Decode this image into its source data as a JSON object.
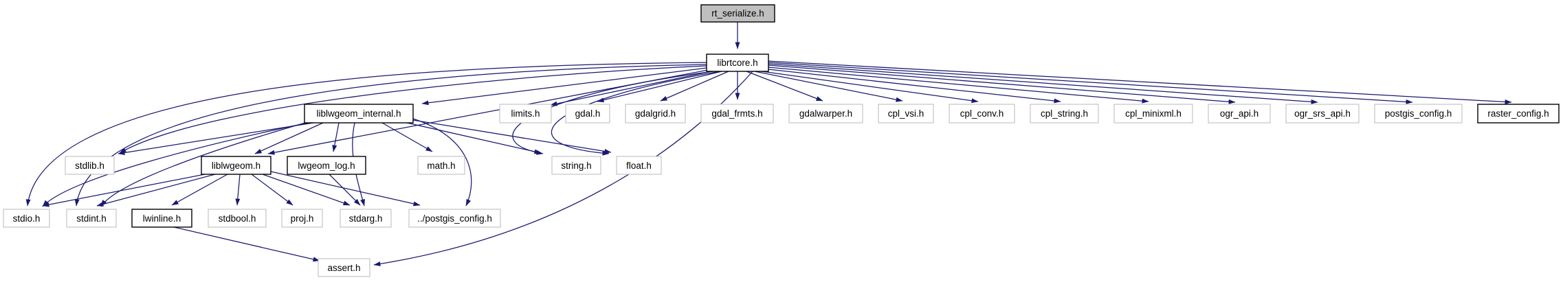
{
  "diagram": {
    "title": "rt_serialize.h include dependency graph",
    "type": "include-dependency-graph",
    "root_file": "rt_serialize.h",
    "colors": {
      "edge": "#191970",
      "documented_border": "#000000",
      "external_border": "#bebebe",
      "root_fill": "#bfbfbf",
      "node_fill": "#ffffff",
      "background": "#ffffff"
    },
    "nodes": [
      {
        "label": "rt_serialize.h",
        "kind": "root"
      },
      {
        "label": "librtcore.h",
        "kind": "documented"
      },
      {
        "label": "liblwgeom_internal.h",
        "kind": "documented"
      },
      {
        "label": "limits.h",
        "kind": "external"
      },
      {
        "label": "gdal.h",
        "kind": "external"
      },
      {
        "label": "gdalgrid.h",
        "kind": "external"
      },
      {
        "label": "gdal_frmts.h",
        "kind": "external"
      },
      {
        "label": "gdalwarper.h",
        "kind": "external"
      },
      {
        "label": "cpl_vsi.h",
        "kind": "external"
      },
      {
        "label": "cpl_conv.h",
        "kind": "external"
      },
      {
        "label": "cpl_string.h",
        "kind": "external"
      },
      {
        "label": "cpl_minixml.h",
        "kind": "external"
      },
      {
        "label": "ogr_api.h",
        "kind": "external"
      },
      {
        "label": "ogr_srs_api.h",
        "kind": "external"
      },
      {
        "label": "postgis_config.h",
        "kind": "external"
      },
      {
        "label": "raster_config.h",
        "kind": "documented"
      },
      {
        "label": "stdlib.h",
        "kind": "external"
      },
      {
        "label": "liblwgeom.h",
        "kind": "documented"
      },
      {
        "label": "lwgeom_log.h",
        "kind": "documented"
      },
      {
        "label": "math.h",
        "kind": "external"
      },
      {
        "label": "string.h",
        "kind": "external"
      },
      {
        "label": "float.h",
        "kind": "external"
      },
      {
        "label": "stdio.h",
        "kind": "external"
      },
      {
        "label": "stdint.h",
        "kind": "external"
      },
      {
        "label": "lwinline.h",
        "kind": "documented"
      },
      {
        "label": "stdbool.h",
        "kind": "external"
      },
      {
        "label": "proj.h",
        "kind": "external"
      },
      {
        "label": "stdarg.h",
        "kind": "external"
      },
      {
        "label": "../postgis_config.h",
        "kind": "external"
      },
      {
        "label": "assert.h",
        "kind": "external"
      }
    ],
    "edges": [
      {
        "from": "rt_serialize.h",
        "to": "librtcore.h"
      },
      {
        "from": "librtcore.h",
        "to": "liblwgeom_internal.h"
      },
      {
        "from": "librtcore.h",
        "to": "liblwgeom.h"
      },
      {
        "from": "librtcore.h",
        "to": "stdlib.h"
      },
      {
        "from": "librtcore.h",
        "to": "stdio.h"
      },
      {
        "from": "librtcore.h",
        "to": "stdint.h"
      },
      {
        "from": "librtcore.h",
        "to": "string.h"
      },
      {
        "from": "librtcore.h",
        "to": "float.h"
      },
      {
        "from": "librtcore.h",
        "to": "assert.h"
      },
      {
        "from": "librtcore.h",
        "to": "limits.h"
      },
      {
        "from": "librtcore.h",
        "to": "gdal.h"
      },
      {
        "from": "librtcore.h",
        "to": "gdalgrid.h"
      },
      {
        "from": "librtcore.h",
        "to": "gdal_frmts.h"
      },
      {
        "from": "librtcore.h",
        "to": "gdalwarper.h"
      },
      {
        "from": "librtcore.h",
        "to": "cpl_vsi.h"
      },
      {
        "from": "librtcore.h",
        "to": "cpl_conv.h"
      },
      {
        "from": "librtcore.h",
        "to": "cpl_string.h"
      },
      {
        "from": "librtcore.h",
        "to": "cpl_minixml.h"
      },
      {
        "from": "librtcore.h",
        "to": "ogr_api.h"
      },
      {
        "from": "librtcore.h",
        "to": "ogr_srs_api.h"
      },
      {
        "from": "librtcore.h",
        "to": "postgis_config.h"
      },
      {
        "from": "librtcore.h",
        "to": "raster_config.h"
      },
      {
        "from": "liblwgeom_internal.h",
        "to": "stdlib.h"
      },
      {
        "from": "liblwgeom_internal.h",
        "to": "stdio.h"
      },
      {
        "from": "liblwgeom_internal.h",
        "to": "stdint.h"
      },
      {
        "from": "liblwgeom_internal.h",
        "to": "liblwgeom.h"
      },
      {
        "from": "liblwgeom_internal.h",
        "to": "lwgeom_log.h"
      },
      {
        "from": "liblwgeom_internal.h",
        "to": "math.h"
      },
      {
        "from": "liblwgeom_internal.h",
        "to": "stdarg.h"
      },
      {
        "from": "liblwgeom_internal.h",
        "to": "../postgis_config.h"
      },
      {
        "from": "liblwgeom_internal.h",
        "to": "string.h"
      },
      {
        "from": "liblwgeom_internal.h",
        "to": "float.h"
      },
      {
        "from": "liblwgeom.h",
        "to": "stdio.h"
      },
      {
        "from": "liblwgeom.h",
        "to": "stdint.h"
      },
      {
        "from": "liblwgeom.h",
        "to": "lwinline.h"
      },
      {
        "from": "liblwgeom.h",
        "to": "stdbool.h"
      },
      {
        "from": "liblwgeom.h",
        "to": "proj.h"
      },
      {
        "from": "liblwgeom.h",
        "to": "stdarg.h"
      },
      {
        "from": "liblwgeom.h",
        "to": "../postgis_config.h"
      },
      {
        "from": "lwgeom_log.h",
        "to": "stdarg.h"
      },
      {
        "from": "lwinline.h",
        "to": "assert.h"
      }
    ]
  }
}
